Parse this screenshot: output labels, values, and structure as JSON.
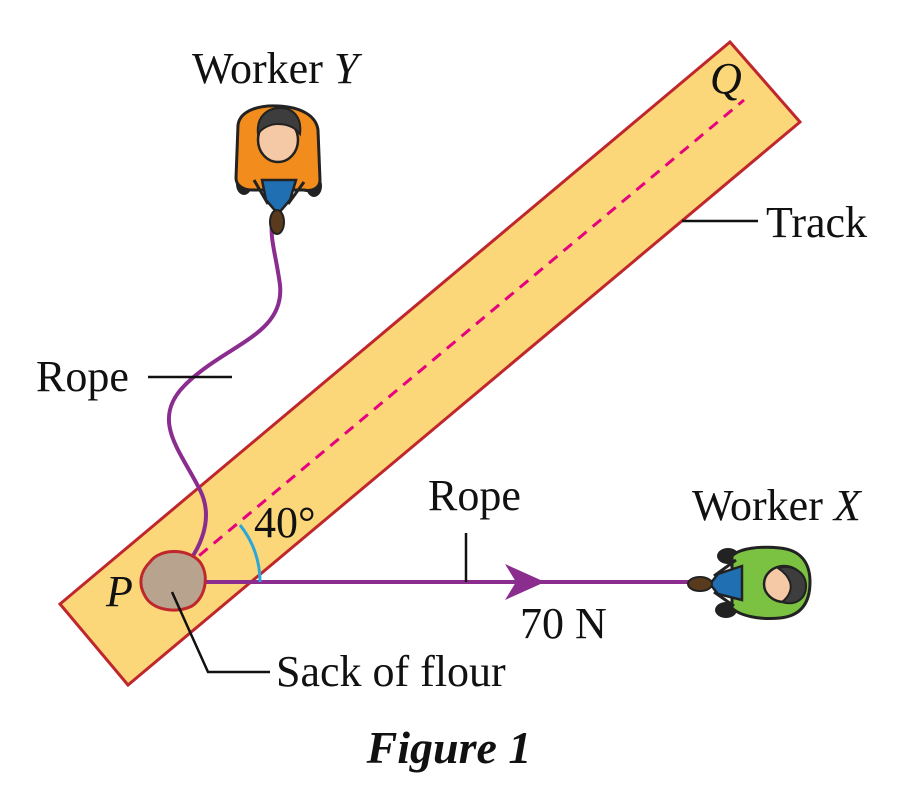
{
  "figure": {
    "caption": "Figure 1",
    "labels": {
      "worker_y_prefix": "Worker ",
      "worker_y_letter": "Y",
      "worker_x_prefix": "Worker ",
      "worker_x_letter": "X",
      "point_q": "Q",
      "point_p": "P",
      "track": "Track",
      "rope_y": "Rope",
      "rope_x": "Rope",
      "angle": "40°",
      "force": "70 N",
      "sack": "Sack of flour"
    },
    "values": {
      "angle_deg": 40,
      "force_newtons": 70
    },
    "colors": {
      "track_fill": "#fbd77a",
      "track_border": "#c0272d",
      "centerline": "#e6007e",
      "rope": "#8b2c8f",
      "angle_arc": "#2aa7d8",
      "sack_fill": "#b8a48e",
      "sack_border": "#c0272d",
      "worker_y_shirt": "#f28c1c",
      "worker_x_shirt": "#7cc242",
      "pants": "#1f6fb2",
      "hair": "#3d3d3d"
    }
  }
}
